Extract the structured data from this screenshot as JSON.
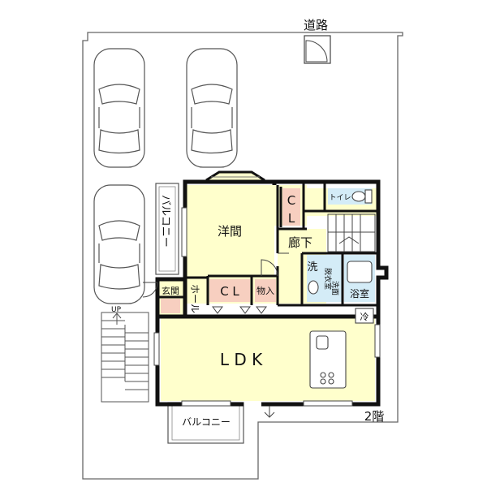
{
  "labels": {
    "road": "道路",
    "western_room": "洋間",
    "closet_top_c": "C",
    "closet_top_l": "L",
    "corridor": "廊下",
    "toilet": "トイレ",
    "washroom": "洗",
    "dressing_room": "脱衣室",
    "wash_basin": "洗面",
    "bathroom": "浴室",
    "entrance": "玄関",
    "hall": "ホール",
    "closet_mid": "C L",
    "storage": "物入",
    "fridge": "冷",
    "ldk": "L D K",
    "balcony_side": "バルコニー",
    "balcony_bottom": "バルコニー",
    "floor": "2階",
    "stairs_up": "UP"
  },
  "colors": {
    "floor_fill": "#ffffcc",
    "pink_fill": "#f7cfc0",
    "blue_fill": "#d4ecf7",
    "wall": "#111111",
    "outline": "#666666"
  }
}
